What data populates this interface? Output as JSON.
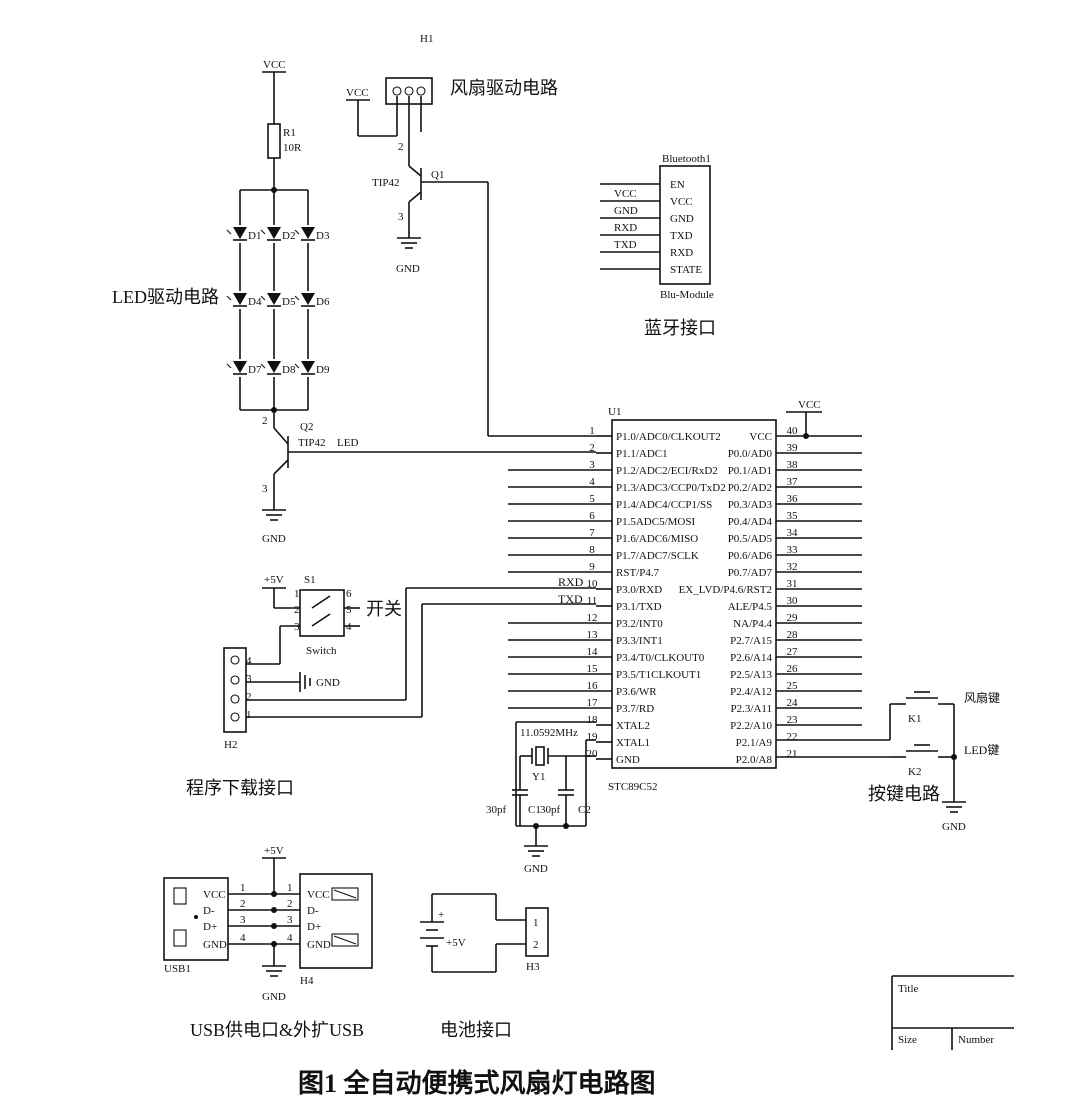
{
  "vcc": "VCC",
  "gnd": "GND",
  "p5v": "+5V",
  "led": {
    "section": "LED驱动电路",
    "r_ref": "R1",
    "r_val": "10R",
    "diodes": [
      "D1",
      "D2",
      "D3",
      "D4",
      "D5",
      "D6",
      "D7",
      "D8",
      "D9"
    ],
    "q_ref": "Q2",
    "q_part": "TIP42",
    "net": "LED"
  },
  "fan": {
    "h_ref": "H1",
    "section": "风扇驱动电路",
    "q_part": "TIP42",
    "q_ref": "Q1",
    "pins": [
      "2",
      "3"
    ]
  },
  "bt": {
    "ref": "Bluetooth1",
    "module": "Blu-Module",
    "pins": [
      "EN",
      "VCC",
      "GND",
      "TXD",
      "RXD",
      "STATE"
    ],
    "nets": [
      "VCC",
      "GND",
      "RXD",
      "TXD"
    ],
    "section": "蓝牙接口"
  },
  "mcu": {
    "ref": "U1",
    "part": "STC89C52",
    "left": [
      {
        "n": "1",
        "l": "P1.0/ADC0/CLKOUT2"
      },
      {
        "n": "2",
        "l": "P1.1/ADC1"
      },
      {
        "n": "3",
        "l": "P1.2/ADC2/ECI/RxD2"
      },
      {
        "n": "4",
        "l": "P1.3/ADC3/CCP0/TxD2"
      },
      {
        "n": "5",
        "l": "P1.4/ADC4/CCP1/SS"
      },
      {
        "n": "6",
        "l": "P1.5ADC5/MOSI"
      },
      {
        "n": "7",
        "l": "P1.6/ADC6/MISO"
      },
      {
        "n": "8",
        "l": "P1.7/ADC7/SCLK"
      },
      {
        "n": "9",
        "l": "RST/P4.7"
      },
      {
        "n": "10",
        "l": "P3.0/RXD"
      },
      {
        "n": "11",
        "l": "P3.1/TXD"
      },
      {
        "n": "12",
        "l": "P3.2/INT0"
      },
      {
        "n": "13",
        "l": "P3.3/INT1"
      },
      {
        "n": "14",
        "l": "P3.4/T0/CLKOUT0"
      },
      {
        "n": "15",
        "l": "P3.5/T1CLKOUT1"
      },
      {
        "n": "16",
        "l": "P3.6/WR"
      },
      {
        "n": "17",
        "l": "P3.7/RD"
      },
      {
        "n": "18",
        "l": "XTAL2"
      },
      {
        "n": "19",
        "l": "XTAL1"
      },
      {
        "n": "20",
        "l": "GND"
      }
    ],
    "right": [
      {
        "n": "40",
        "l": "VCC"
      },
      {
        "n": "39",
        "l": "P0.0/AD0"
      },
      {
        "n": "38",
        "l": "P0.1/AD1"
      },
      {
        "n": "37",
        "l": "P0.2/AD2"
      },
      {
        "n": "36",
        "l": "P0.3/AD3"
      },
      {
        "n": "35",
        "l": "P0.4/AD4"
      },
      {
        "n": "34",
        "l": "P0.5/AD5"
      },
      {
        "n": "33",
        "l": "P0.6/AD6"
      },
      {
        "n": "32",
        "l": "P0.7/AD7"
      },
      {
        "n": "31",
        "l": "EX_LVD/P4.6/RST2"
      },
      {
        "n": "30",
        "l": "ALE/P4.5"
      },
      {
        "n": "29",
        "l": "NA/P4.4"
      },
      {
        "n": "28",
        "l": "P2.7/A15"
      },
      {
        "n": "27",
        "l": "P2.6/A14"
      },
      {
        "n": "26",
        "l": "P2.5/A13"
      },
      {
        "n": "25",
        "l": "P2.4/A12"
      },
      {
        "n": "24",
        "l": "P2.3/A11"
      },
      {
        "n": "23",
        "l": "P2.2/A10"
      },
      {
        "n": "22",
        "l": "P2.1/A9"
      },
      {
        "n": "21",
        "l": "P2.0/A8"
      }
    ],
    "net_rxd": "RXD",
    "net_txd": "TXD"
  },
  "switch": {
    "ref": "S1",
    "part": "Switch",
    "label": "开关",
    "pins": [
      "1",
      "2",
      "3",
      "4",
      "5",
      "6"
    ]
  },
  "prog": {
    "ref": "H2",
    "section": "程序下载接口",
    "pins": [
      "4",
      "3",
      "2",
      "1"
    ]
  },
  "crystal": {
    "freq": "11.0592MHz",
    "ref": "Y1",
    "c1_ref": "C1",
    "c2_ref": "C2",
    "cap": "30pf"
  },
  "keys": {
    "k1": "K1",
    "k2": "K2",
    "fan_key": "风扇键",
    "led_key": "LED键",
    "section": "按键电路"
  },
  "usb": {
    "usb1": "USB1",
    "h4": "H4",
    "pins_left": [
      "VCC",
      "D-",
      "D+",
      "GND"
    ],
    "pins_right": [
      "VCC",
      "D-",
      "D+",
      "GND"
    ],
    "nums": [
      "1",
      "2",
      "3",
      "4"
    ],
    "section": "USB供电口&外扩USB"
  },
  "battery": {
    "plus": "+",
    "h3": "H3",
    "pins": [
      "1",
      "2"
    ],
    "section": "电池接口"
  },
  "titleblock": {
    "title": "Title",
    "size": "Size",
    "number": "Number"
  },
  "figure_caption": "图1   全自动便携式风扇灯电路图"
}
